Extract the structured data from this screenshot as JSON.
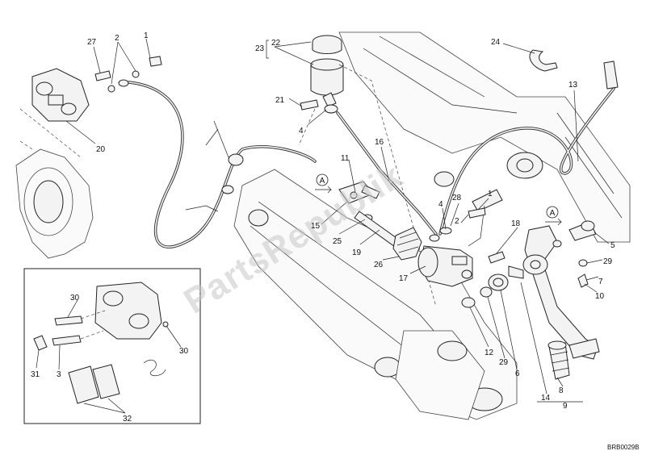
{
  "diagram": {
    "code": "BRB0029B",
    "watermark": "PartsRepublik",
    "callout_letter": "A",
    "labels": {
      "p27": "27",
      "p2a": "2",
      "p1a": "1",
      "p20": "20",
      "p23": "23",
      "p22": "22",
      "p21": "21",
      "p4a": "4",
      "p24": "24",
      "p13": "13",
      "p11": "11",
      "p16": "16",
      "p15": "15",
      "p25": "25",
      "p19": "19",
      "p26": "26",
      "p4b": "4",
      "p28": "28",
      "p2b": "2",
      "p1b": "1",
      "p17": "17",
      "p18": "18",
      "p5": "5",
      "p29a": "29",
      "p7": "7",
      "p10": "10",
      "p12": "12",
      "p29b": "29",
      "p6": "6",
      "p8": "8",
      "p14": "14",
      "p9": "9",
      "p30a": "30",
      "p30b": "30",
      "p31": "31",
      "p3": "3",
      "p32": "32"
    }
  }
}
